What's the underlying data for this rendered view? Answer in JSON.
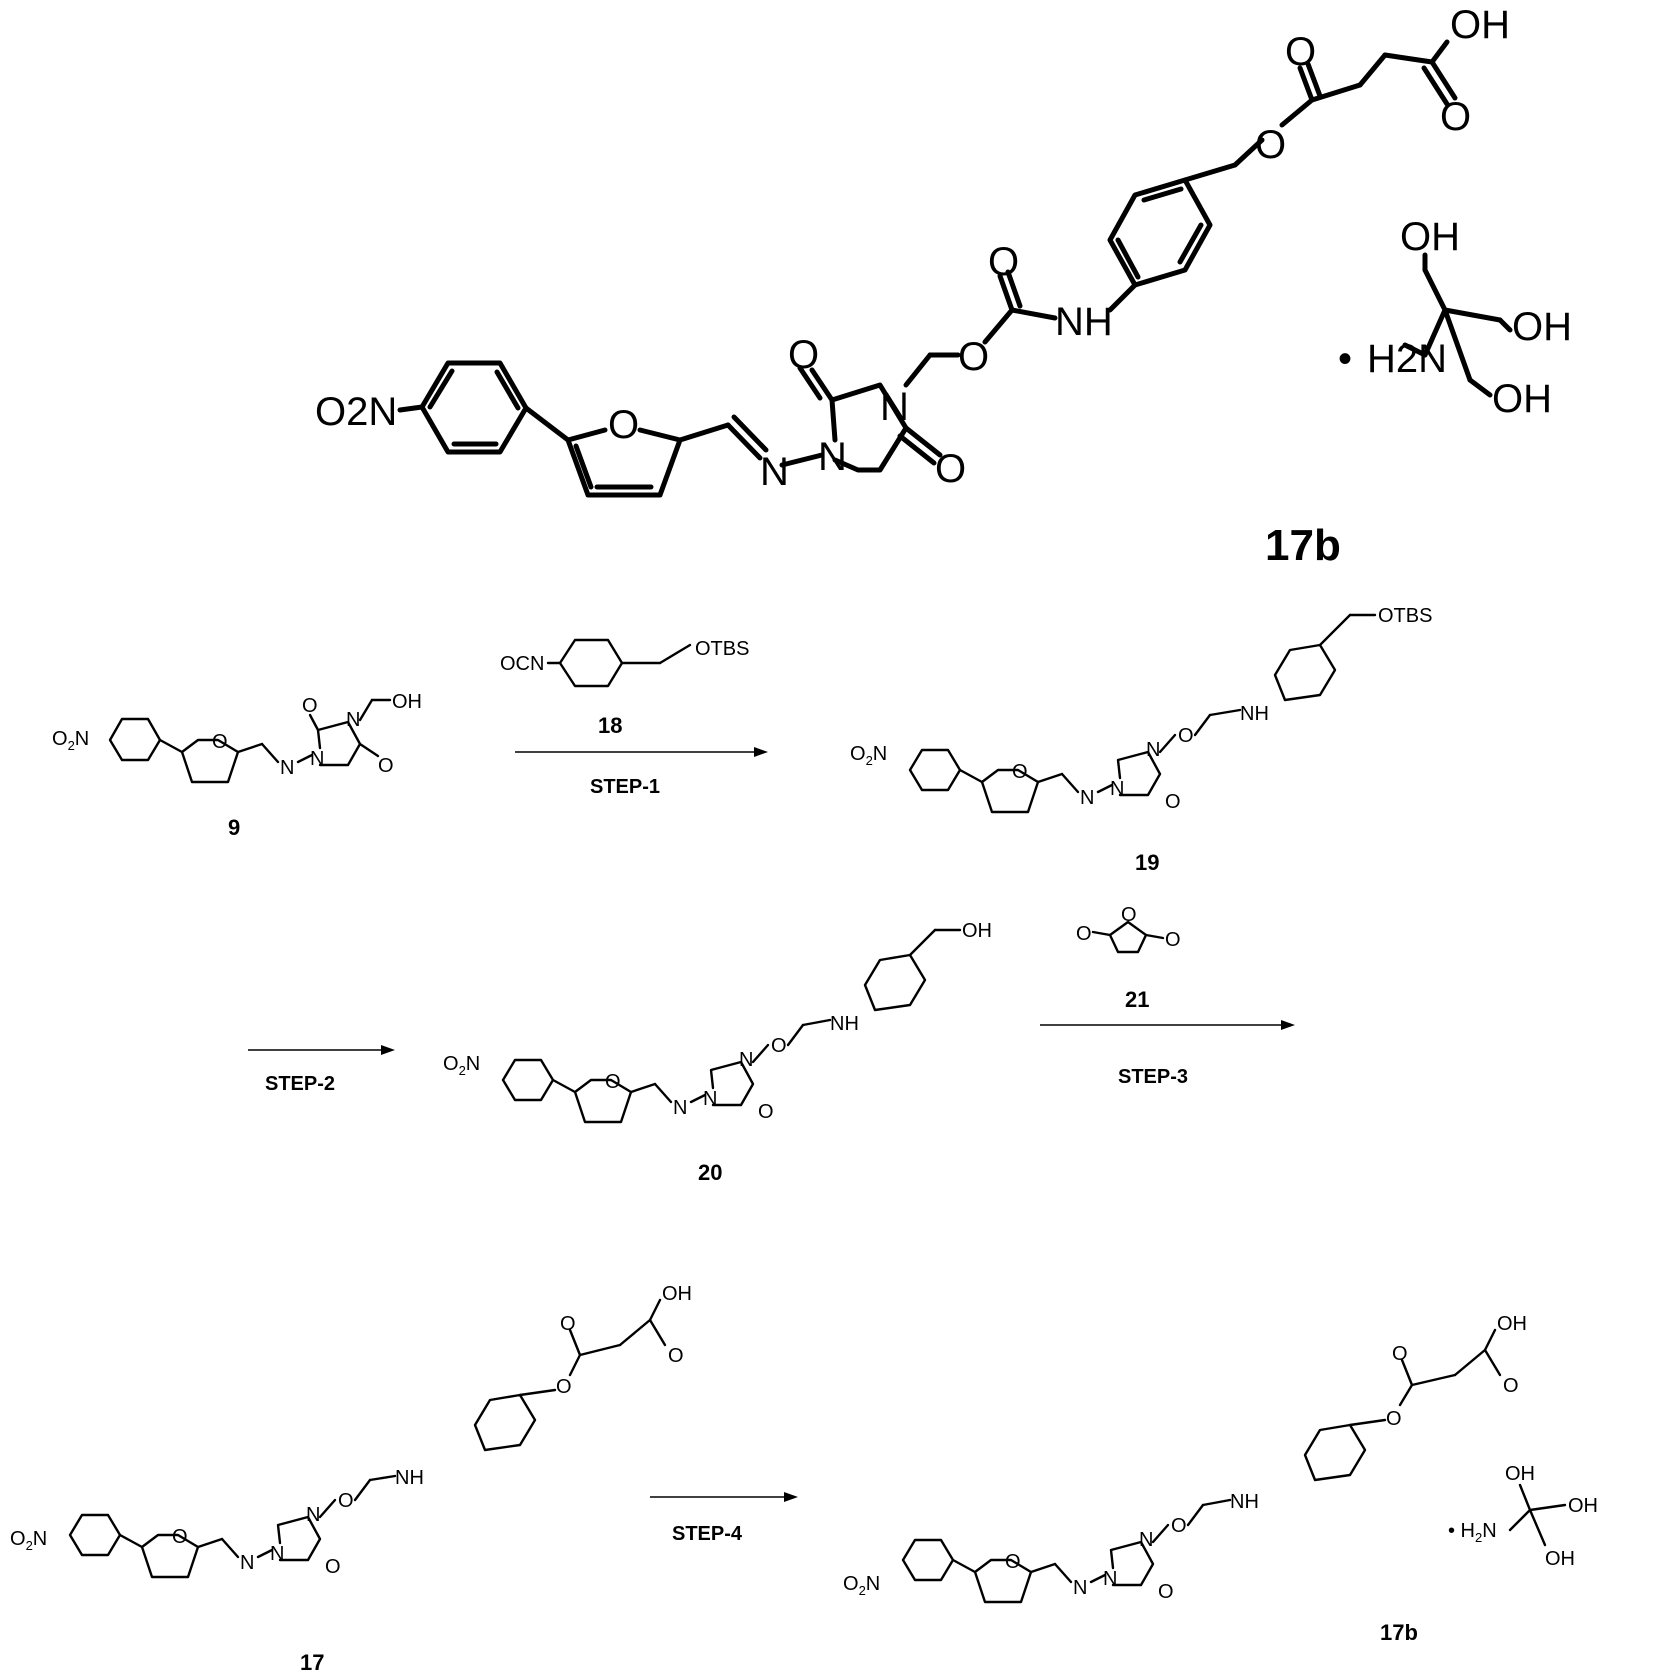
{
  "structures": {
    "big_17b": {
      "label": "17b",
      "atoms": {
        "o2n": "O2N",
        "o_furan": "O",
        "n_imine": "N",
        "n1": "N",
        "n3": "N",
        "o_c2": "O",
        "o_c4": "O",
        "o_carb": "O",
        "o_carb2": "O",
        "nh": "NH",
        "o_ester": "O",
        "o_ester2": "O",
        "oh_acid": "OH",
        "o_acid": "O",
        "salt_dot": "•",
        "tris_nh2": "H2N",
        "tris_oh1": "OH",
        "tris_oh2": "OH",
        "tris_oh3": "OH"
      }
    },
    "compound_9": {
      "label": "9",
      "substituent": "OH"
    },
    "compound_18": {
      "label": "18",
      "ocn": "OCN",
      "otbs": "OTBS"
    },
    "compound_19": {
      "label": "19",
      "otbs": "OTBS"
    },
    "compound_20": {
      "label": "20",
      "oh": "OH"
    },
    "compound_21": {
      "label": "21"
    },
    "compound_17": {
      "label": "17"
    },
    "small_17b": {
      "label": "17b"
    }
  },
  "steps": [
    "STEP-1",
    "STEP-2",
    "STEP-3",
    "STEP-4"
  ]
}
